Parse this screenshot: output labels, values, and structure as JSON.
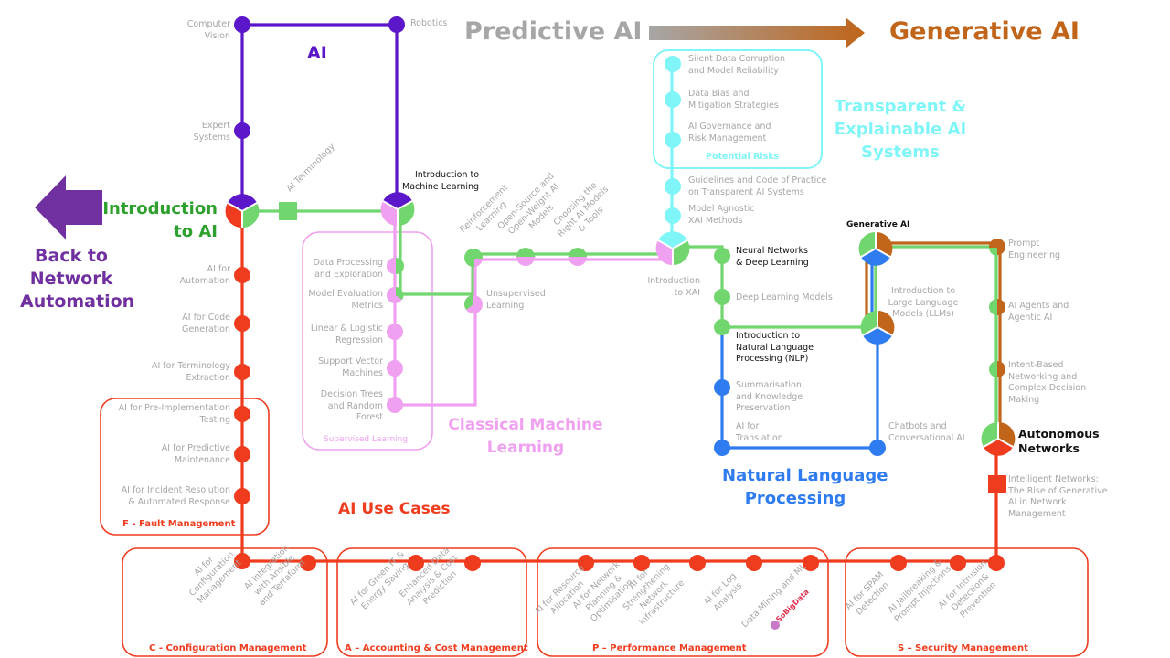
{
  "header": {
    "predictive_label": "Predictive AI",
    "generative_label": "Generative AI",
    "arrow_gradient": [
      "#a6a6a6",
      "#c0651a"
    ]
  },
  "colors": {
    "ai": "#5b17c9",
    "ml": "#72d66e",
    "classical": "#f0a0f0",
    "xai": "#7ff5f8",
    "nlp": "#2f7bf0",
    "genai": "#c0651a",
    "usecases": "#f03c1e",
    "back": "#7030a0",
    "intro_text": "#2ea02e",
    "label_grey": "#a6a6a6"
  },
  "back_link": {
    "line1": "Back to",
    "line2": "Network",
    "line3": "Automation"
  },
  "intro_ai": {
    "line1": "Introduction",
    "line2": "to AI"
  },
  "ai_section": {
    "title": "AI",
    "stations": {
      "computer_vision": [
        "Computer",
        "Vision"
      ],
      "robotics": "Robotics",
      "expert_systems": [
        "Expert",
        "Systems"
      ]
    }
  },
  "ml_line": {
    "ai_terminology": "AI Terminology",
    "intro_ml": [
      "Introduction to",
      "Machine Learning"
    ],
    "reinforcement": [
      "Reinforcement",
      "Learning"
    ],
    "open_source": [
      "Open-Source and",
      "Open-Weight AI",
      "Models"
    ],
    "choosing": [
      "Choosing the",
      "Right AI Models",
      "& Tools"
    ],
    "unsupervised": [
      "Unsupervised",
      "Learning"
    ],
    "intro_xai": [
      "Introduction",
      "to XAI"
    ]
  },
  "classical_ml": {
    "title": [
      "Classical Machine",
      "Learning"
    ],
    "box_title": "Supervised Learning",
    "stations": [
      [
        "Data Processing",
        "and Exploration"
      ],
      [
        "Model Evaluation",
        "Metrics"
      ],
      [
        "Linear & Logistic",
        "Regression"
      ],
      [
        "Support Vector",
        "Machines"
      ],
      [
        "Decision Trees",
        "and Random",
        "Forest"
      ]
    ]
  },
  "xai": {
    "title": [
      "Transparent &",
      "Explainable AI",
      "Systems"
    ],
    "box_title": "Potential Risks",
    "stations": [
      [
        "Silent Data Corruption",
        "and Model Reliability"
      ],
      [
        "Data Bias and",
        "Mitigation Strategies"
      ],
      [
        "AI Governance and",
        "Risk Management"
      ],
      [
        "Guidelines and Code of Practice",
        "on Transparent AI Systems"
      ],
      [
        "Model Agnostic",
        "XAI Methods"
      ]
    ]
  },
  "nlp": {
    "title": [
      "Natural Language",
      "Processing"
    ],
    "stations": {
      "neural_networks": [
        "Neural Networks",
        "& Deep Learning"
      ],
      "deep_learning_models": "Deep Learning Models",
      "intro_nlp": [
        "Introduction to",
        "Natural Language",
        "Processing (NLP)"
      ],
      "summarisation": [
        "Summarisation",
        "and Knowledge",
        "Preservation"
      ],
      "translation": [
        "AI for",
        "Translation"
      ],
      "chatbots": [
        "Chatbots and",
        "Conversational AI"
      ]
    }
  },
  "genai": {
    "generative_ai": "Generative AI",
    "llms": [
      "Introduction to",
      "Large Language",
      "Models (LLMs)"
    ],
    "prompt_engineering": [
      "Prompt",
      "Engineering"
    ],
    "agents": [
      "AI Agents and",
      "Agentic AI"
    ],
    "intent_based": [
      "Intent-Based",
      "Networking and",
      "Complex Decision",
      "Making"
    ],
    "autonomous": [
      "Autonomous",
      "Networks"
    ],
    "intelligent_networks": [
      "Intelligent Networks:",
      "The Rise of Generative",
      "AI in Network",
      "Management"
    ]
  },
  "use_cases": {
    "title": "AI Use Cases",
    "left_stations": [
      [
        "AI for",
        "Automation"
      ],
      [
        "AI for Code",
        "Generation"
      ],
      [
        "AI for Terminology",
        "Extraction"
      ]
    ],
    "fault": {
      "title": "F - Fault Management",
      "stations": [
        [
          "AI for Pre-Implementation",
          "Testing"
        ],
        [
          "AI for Predictive",
          "Maintenance"
        ],
        [
          "AI for Incident Resolution",
          "& Automated Response"
        ]
      ]
    },
    "config": {
      "title": "C - Configuration Management",
      "stations": [
        [
          "AI for",
          "Configuration",
          "Management"
        ],
        [
          "AI Integration",
          "with Ansible",
          "and Terraform"
        ]
      ]
    },
    "accounting": {
      "title": "A – Accounting & Cost Management",
      "stations": [
        [
          "AI for Green IT &",
          "Energy Saving"
        ],
        [
          "Enhanced Data",
          "Analysis & Cost",
          "Prediction"
        ]
      ]
    },
    "performance": {
      "title": "P – Performance Management",
      "stations": [
        [
          "AI for Resource",
          "Allocation"
        ],
        [
          "AI for Network",
          "Planning &",
          "Optimisation"
        ],
        [
          "AI for",
          "Strengthening",
          "Network",
          "Infrastructure"
        ],
        [
          "AI for Log",
          "Analysis"
        ],
        [
          "Data Mining and ML"
        ]
      ],
      "badge": "SoBigData"
    },
    "security": {
      "title": "S – Security Management",
      "stations": [
        [
          "AI for SPAM",
          "Detection"
        ],
        [
          "AI Jailbreaking &",
          "Prompt Injections"
        ],
        [
          "AI for Intrusion",
          "Detection&",
          "Prevention"
        ]
      ]
    }
  }
}
